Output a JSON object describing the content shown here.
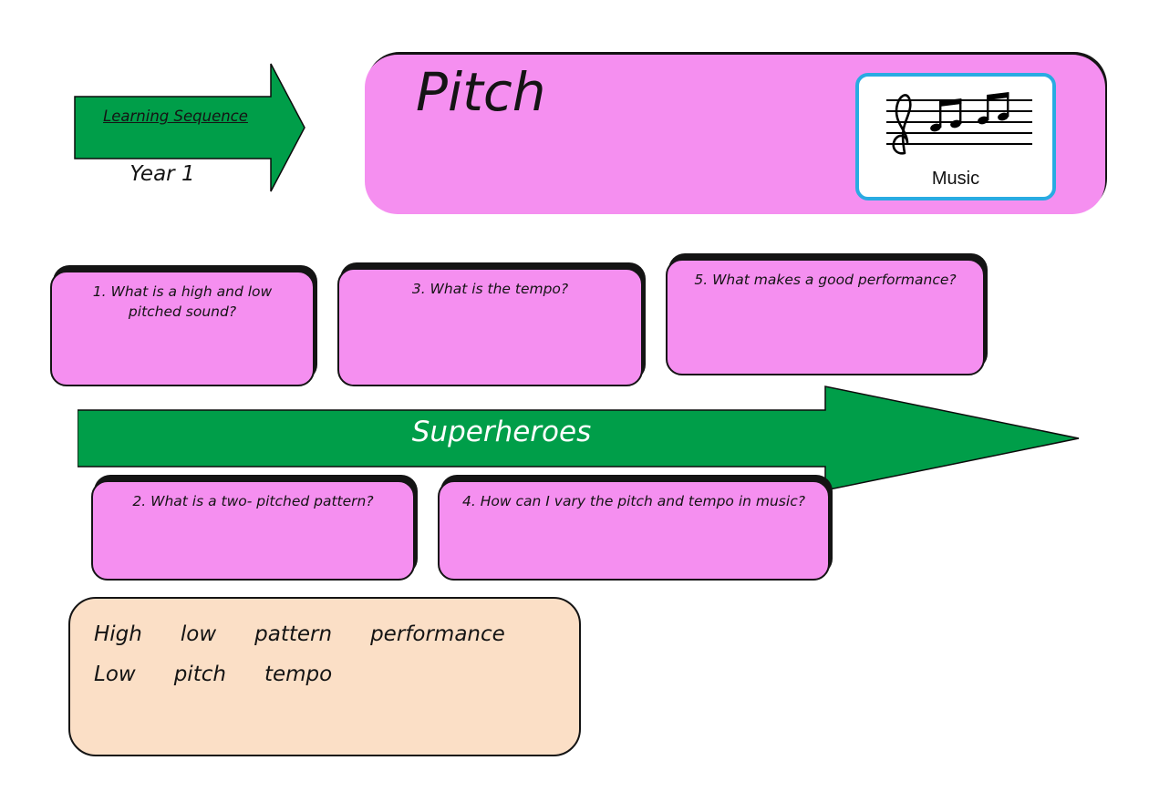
{
  "sequence": {
    "label": "Learning Sequence",
    "year": "Year 1"
  },
  "header": {
    "title": "Pitch",
    "subject": "Music"
  },
  "theme_arrow": {
    "label": "Superheroes"
  },
  "questions": [
    {
      "text": "1. What is a high and low pitched sound?"
    },
    {
      "text": "2. What is a two- pitched pattern?"
    },
    {
      "text": "3. What is the tempo?"
    },
    {
      "text": "4. How can I vary the pitch and tempo in music?"
    },
    {
      "text": "5. What makes a good performance?"
    }
  ],
  "vocabulary": {
    "line1": [
      "High",
      "low",
      "pattern",
      "performance"
    ],
    "line2": [
      "Low",
      "pitch",
      "tempo"
    ]
  },
  "colors": {
    "green": "#009E49",
    "pink": "#F58FF0",
    "peach": "#FBDFC6",
    "subject_card_border": "#29ABE2",
    "outline": "#141414"
  },
  "icons": {
    "subject_icon": "music-notes-icon"
  }
}
